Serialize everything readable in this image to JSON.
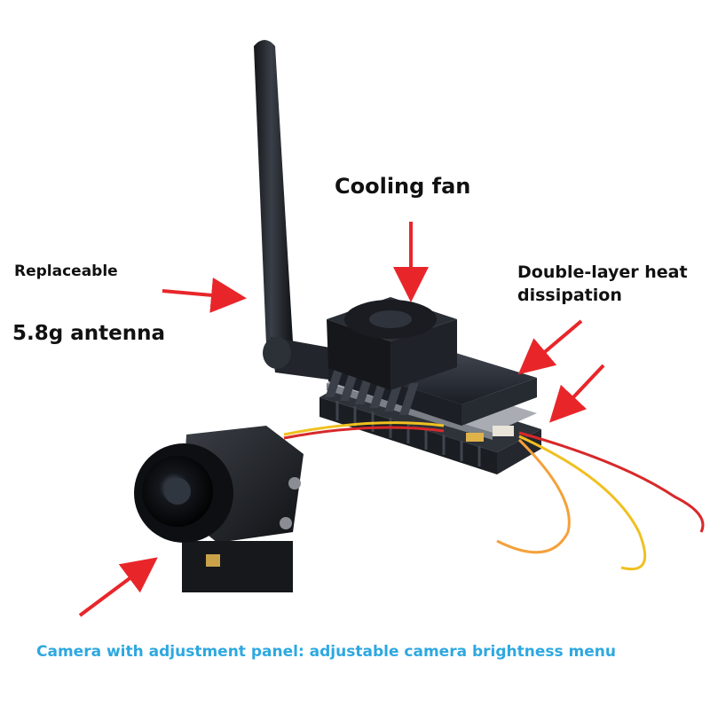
{
  "labels": {
    "replaceable": "Replaceable",
    "antenna": "5.8g antenna",
    "cooling_fan": "Cooling fan",
    "heat_line1": "Double-layer heat",
    "heat_line2": "dissipation",
    "caption": "Camera with adjustment panel: adjustable camera brightness menu"
  },
  "colors": {
    "arrow": "#e8262a",
    "caption": "#2ea8e0",
    "device_dark": "#1e2128",
    "heatsink": "#2b2f38",
    "pcb_silver": "#a9acb2"
  }
}
